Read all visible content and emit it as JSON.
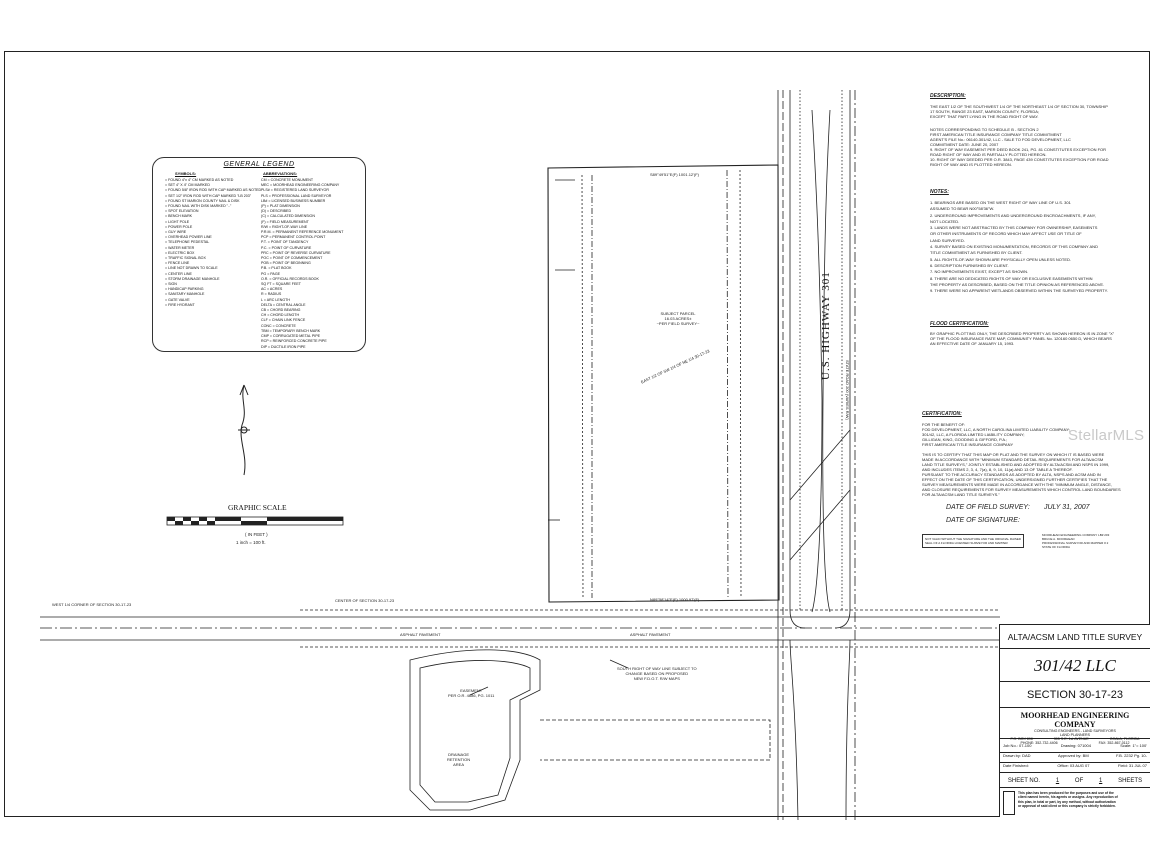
{
  "legend": {
    "title": "GENERAL LEGEND",
    "symbols_header": "SYMBOLS:",
    "abbrev_header": "ABBREVIATIONS:",
    "symbols": [
      "= FOUND 4\"x 4\" CM MARKED AS NOTED",
      "= SET 4\" X 4\" CM MARKED",
      "= FOUND 5/8\" IRON ROD WITH CAP MARKED AS NOTED",
      "= SET 1/2\" IRON ROD WITH CAP MARKED \"LB 203\"",
      "= FOUND ST MARION COUNTY NAIL & DISK",
      "= FOUND NAIL WITH DISK MARKED \"..\"",
      "= SPOT ELEVATION",
      "= BENCH MARK",
      "= LIGHT POLE",
      "= POWER POLE",
      "= GUY WIRE",
      "= OVERHEAD POWER LINE",
      "= TELEPHONE PEDESTAL",
      "= WATER METER",
      "= ELECTRIC BOX",
      "= TRAFFIC SIGNAL BOX",
      "= FENCE LINE",
      "= LINE NOT DRAWN TO SCALE",
      "= CENTER LINE",
      "= STORM DRAINAGE MANHOLE",
      "= SIGN",
      "= HANDICAP PARKING",
      "= SANITARY MANHOLE",
      "= GATE VALVE",
      "= FIRE HYDRANT"
    ],
    "abbrevs": [
      "CM = CONCRETE MONUMENT",
      "MEC = MOORHEAD ENGINEERING COMPANY",
      "PLS# = REGISTERED LAND SURVEYOR",
      "PLS = PROFESSIONAL LAND SURVEYOR",
      "LB# = LICENSED BUSINESS NUMBER",
      "(P) = PLAT DIMENSION",
      "(D) = DESCRIBED",
      "(C) = CALCULATED DIMENSION",
      "(F) = FIELD MEASUREMENT",
      "R/W = RIGHT-OF-WAY LINE",
      "P.R.M. = PERMANENT REFERENCE MONUMENT",
      "PCP = PERMANENT CONTROL POINT",
      "P.T. = POINT OF TANGENCY",
      "P.C. = POINT OF CURVATURE",
      "PRC = POINT OF REVERSE CURVATURE",
      "POC = POINT OF COMMENCEMENT",
      "POB = POINT OF BEGINNING",
      "P.B. = PLAT BOOK",
      "PG = PAGE",
      "O.R. = OFFICIAL RECORDS BOOK",
      "SQ FT = SQUARE FEET",
      "AC = ACRES",
      "R = RADIUS",
      "L = ARC LENGTH",
      "DELTA = CENTRAL ANGLE",
      "CB = CHORD BEARING",
      "CH = CHORD LENGTH",
      "CLF = CHAIN LINK FENCE",
      "CONC = CONCRETE",
      "TBM = TEMPORARY BENCH MARK",
      "CMP = CORRUGATED METAL PIPE",
      "RCP = REINFORCED CONCRETE PIPE",
      "DIP = DUCTILE IRON PIPE"
    ]
  },
  "graphic_scale": {
    "title": "GRAPHIC SCALE",
    "unit": "( IN FEET )",
    "ratio": "1 inch = 100 ft."
  },
  "plan": {
    "parcel_label": [
      "SUBJECT PARCEL",
      "16.03 ACRES±",
      "~PER FIELD SURVEY~"
    ],
    "east_half_label": "EAST 1/2 OF SW 1/4 OF NE 1/4 30-17-23",
    "highway": "U.S. HIGHWAY 301",
    "highway_sub": "STATE ROAD 200 (VARIES R/W)",
    "easement": [
      "EASEMENT",
      "PER O.R. 4686, PG. 1011"
    ],
    "retention": [
      "DRAINAGE",
      "RETENTION",
      "AREA"
    ],
    "fdot_note": [
      "SOUTH RIGHT OF WAY LINE SUBJECT TO",
      "CHANGE BASED ON PROPOSED",
      "NEW F.D.O.T. R/W MAPS"
    ],
    "north_bearing": "S89°49'51\"E(F) 1001.12'(F)",
    "south_bearing": "N89°58'14\"E(F) 1000.97'(F)",
    "asphalt_1": "ASPHALT PAVEMENT",
    "asphalt_2": "ASPHALT PAVEMENT",
    "west_corner": "WEST 1/4 CORNER OF SECTION 30-17-23",
    "center_section": "CENTER OF SECTION 30-17-23"
  },
  "notes": {
    "description_header": "DESCRIPTION:",
    "description": [
      "THE EAST 1/2 OF THE SOUTHWEST 1/4 OF THE NORTHEAST 1/4 OF SECTION 30, TOWNSHIP",
      "17 SOUTH, RANGE 23 EAST, MARION COUNTY, FLORIDA;",
      "EXCEPT THAT PART LYING IN THE ROAD RIGHT OF WAY."
    ],
    "schedule": [
      "NOTES CORRESPONDING TO SCHEDULE B - SECTION 2",
      "FIRST AMERICAN TITLE INSURANCE COMPANY TITLE COMMITMENT",
      "AGENT'S FILE No.: 06140-301/42, LLC - SALE TO FOD DEVELOPMENT, LLC",
      "COMMITMENT DATE: JUNE 20, 2007",
      "9.  RIGHT OF WAY EASEMENT PER DEED BOOK 241, PG. 81 CONSTITUTES EXCEPTION FOR",
      "     ROAD RIGHT OF WAY AND IS PARTIALLY PLOTTED HEREON.",
      "10. RIGHT OF WAY DEEDED PER O.R. 3843, PAGE 439 CONSTITUTES EXCEPTION FOR ROAD",
      "     RIGHT OF WAY AND IS PLOTTED HEREON."
    ],
    "notes_header": "NOTES:",
    "notes": [
      "1.  BEARINGS ARE BASED ON THE WEST RIGHT OF WAY LINE OF U.S. 301",
      "     ASSUMED TO BEAR N00°58'36\"W.",
      "2.  UNDERGROUND IMPROVEMENTS AND UNDERGROUND ENCROACHMENTS, IF ANY,",
      "     NOT LOCATED.",
      "3.  LANDS WERE NOT ABSTRACTED BY THIS COMPANY FOR OWNERSHIP, EASEMENTS",
      "     OR OTHER INSTRUMENTS OF RECORD WHICH MAY AFFECT USE OR TITLE OF",
      "     LAND SURVEYED.",
      "4.  SURVEY BASED ON EXISTING MONUMENTATION, RECORDS OF THIS COMPANY AND",
      "     TITLE COMMITMENT AS FURNISHED BY CLIENT.",
      "5.  ALL RIGHTS-OF-WAY SHOWN ARE PHYSICALLY OPEN UNLESS NOTED.",
      "6.  DESCRIPTION FURNISHED BY CLIENT.",
      "7.  NO IMPROVEMENTS EXIST, EXCEPT AS SHOWN.",
      "8.  THERE ARE NO DEDICATED RIGHTS OF WAY OR EXCLUSIVE EASEMENTS WITHIN",
      "     THE PROPERTY AS DESCRIBED, BASED ON THE TITLE OPINION AS REFERENCED ABOVE.",
      "9.  THERE WERE NO APPARENT WETLANDS OBSERVED WITHIN THE SURVEYED PROPERTY."
    ],
    "flood_header": "FLOOD CERTIFICATION:",
    "flood": [
      "BY GRAPHIC PLOTTING ONLY, THE DESCRIBED PROPERTY AS SHOWN HEREON IS IN ZONE \"X\"",
      "OF THE FLOOD INSURANCE RATE MAP, COMMUNITY PANEL No. 120160 0650 D, WHICH BEARS",
      "AN EFFECTIVE DATE OF JANUARY 15, 1993."
    ],
    "cert_header": "CERTIFICATION:",
    "cert": [
      "FOR THE BENEFIT OF:",
      "FOD DEVELOPMENT, LLC, A NORTH CAROLINA LIMITED LIABILITY COMPANY;",
      "301/42, LLC, A FLORIDA LIMITED LIABILITY COMPANY;",
      "GILLIGAN, KING, GOODING & GIFFORD, P.A.;",
      "FIRST AMERICAN TITLE INSURANCE COMPANY",
      "",
      "THIS IS TO CERTIFY THAT THIS MAP OR PLAT AND THE SURVEY ON WHICH IT IS BASED WERE",
      "MADE IN ACCORDANCE WITH \"MINIMUM STANDARD DETAIL REQUIREMENTS FOR ALTA/ACSM",
      "LAND TITLE SURVEYS,\" JOINTLY ESTABLISHED AND ADOPTED BY ALTA/ACSM AND NSPS IN 1999,",
      "AND INCLUDES ITEMS 2, 3, 4, 7(a), 8, 9, 10, 11(a) AND 13 OF TABLE A THEREOF.",
      "PURSUANT TO THE ACCURACY STANDARDS AS ADOPTED BY ALTA, NSPS AND ACSM AND IN",
      "EFFECT ON THE DATE OF THIS CERTIFICATION, UNDERSIGNED FURTHER CERTIFIES THAT THE",
      "SURVEY MEASUREMENTS WERE MADE IN ACCORDANCE WITH THE \"MINIMUM ANGLE, DISTANCE,",
      "AND CLOSURE REQUIREMENTS FOR SURVEY MEASUREMENTS WHICH CONTROL LAND BOUNDARIES",
      "FOR ALTA/ACSM LAND TITLE SURVEYS.\""
    ],
    "field_date_label": "DATE OF FIELD SURVEY:",
    "field_date": "JULY 31, 2007",
    "signature_label": "DATE OF SIGNATURE:",
    "seal_left": [
      "NOT VALID WITHOUT THE SIGNATURE AND THE ORIGINAL RAISED",
      "SEAL OF A FLORIDA LICENSED SURVEYOR AND MAPPER"
    ],
    "seal_right": [
      "MOORHEAD ENGINEERING COMPANY LB# 203",
      "BRUCE A. MOORHEAD",
      "PROFESSIONAL SURVEYOR AND MAPPER # 2",
      "STATE OF FLORIDA"
    ]
  },
  "title_block": {
    "survey_type": "ALTA/ACSM LAND TITLE SURVEY",
    "client": "301/42 LLC",
    "section": "SECTION 30-17-23",
    "company": "MOORHEAD ENGINEERING COMPANY",
    "company_sub": "CONSULTING ENGINEERS - LAND SURVEYORS",
    "company_sub2": "LAND PLANNERS",
    "address_left": "P.O. BOX 898",
    "address_mid": "305 S.E. 1st AVENUE",
    "address_right": "OCALA, FLORIDA",
    "phone": "PHONE: 352-732-4406",
    "fax": "FAX: 352-867-0112",
    "job_no": "Job No.: 07-100",
    "drawing": "Drawing: 071004",
    "scale": "Scale: 1\"= 100'",
    "drawn_by": "Drawn by: DAD",
    "approved_by": "Approved by: BM",
    "fb": "F.B. 2232 Pg. 10-",
    "date_finished": "Date Finished:",
    "office": "Office: 03 AUG 07",
    "field": "Field: 31 JUL 07",
    "sheet_label": "SHEET NO.",
    "sheet_no": "1",
    "of_label": "OF",
    "sheet_total": "1",
    "sheets_label": "SHEETS",
    "disclaimer": [
      "This plan has been produced for the purposes and use of the",
      "client named herein, his agents or assigns. Any reproduction of",
      "this plan, in total or part, by any method, without authorization",
      "or approval of said client or this company is strictly forbidden."
    ]
  },
  "watermark": "StellarMLS"
}
